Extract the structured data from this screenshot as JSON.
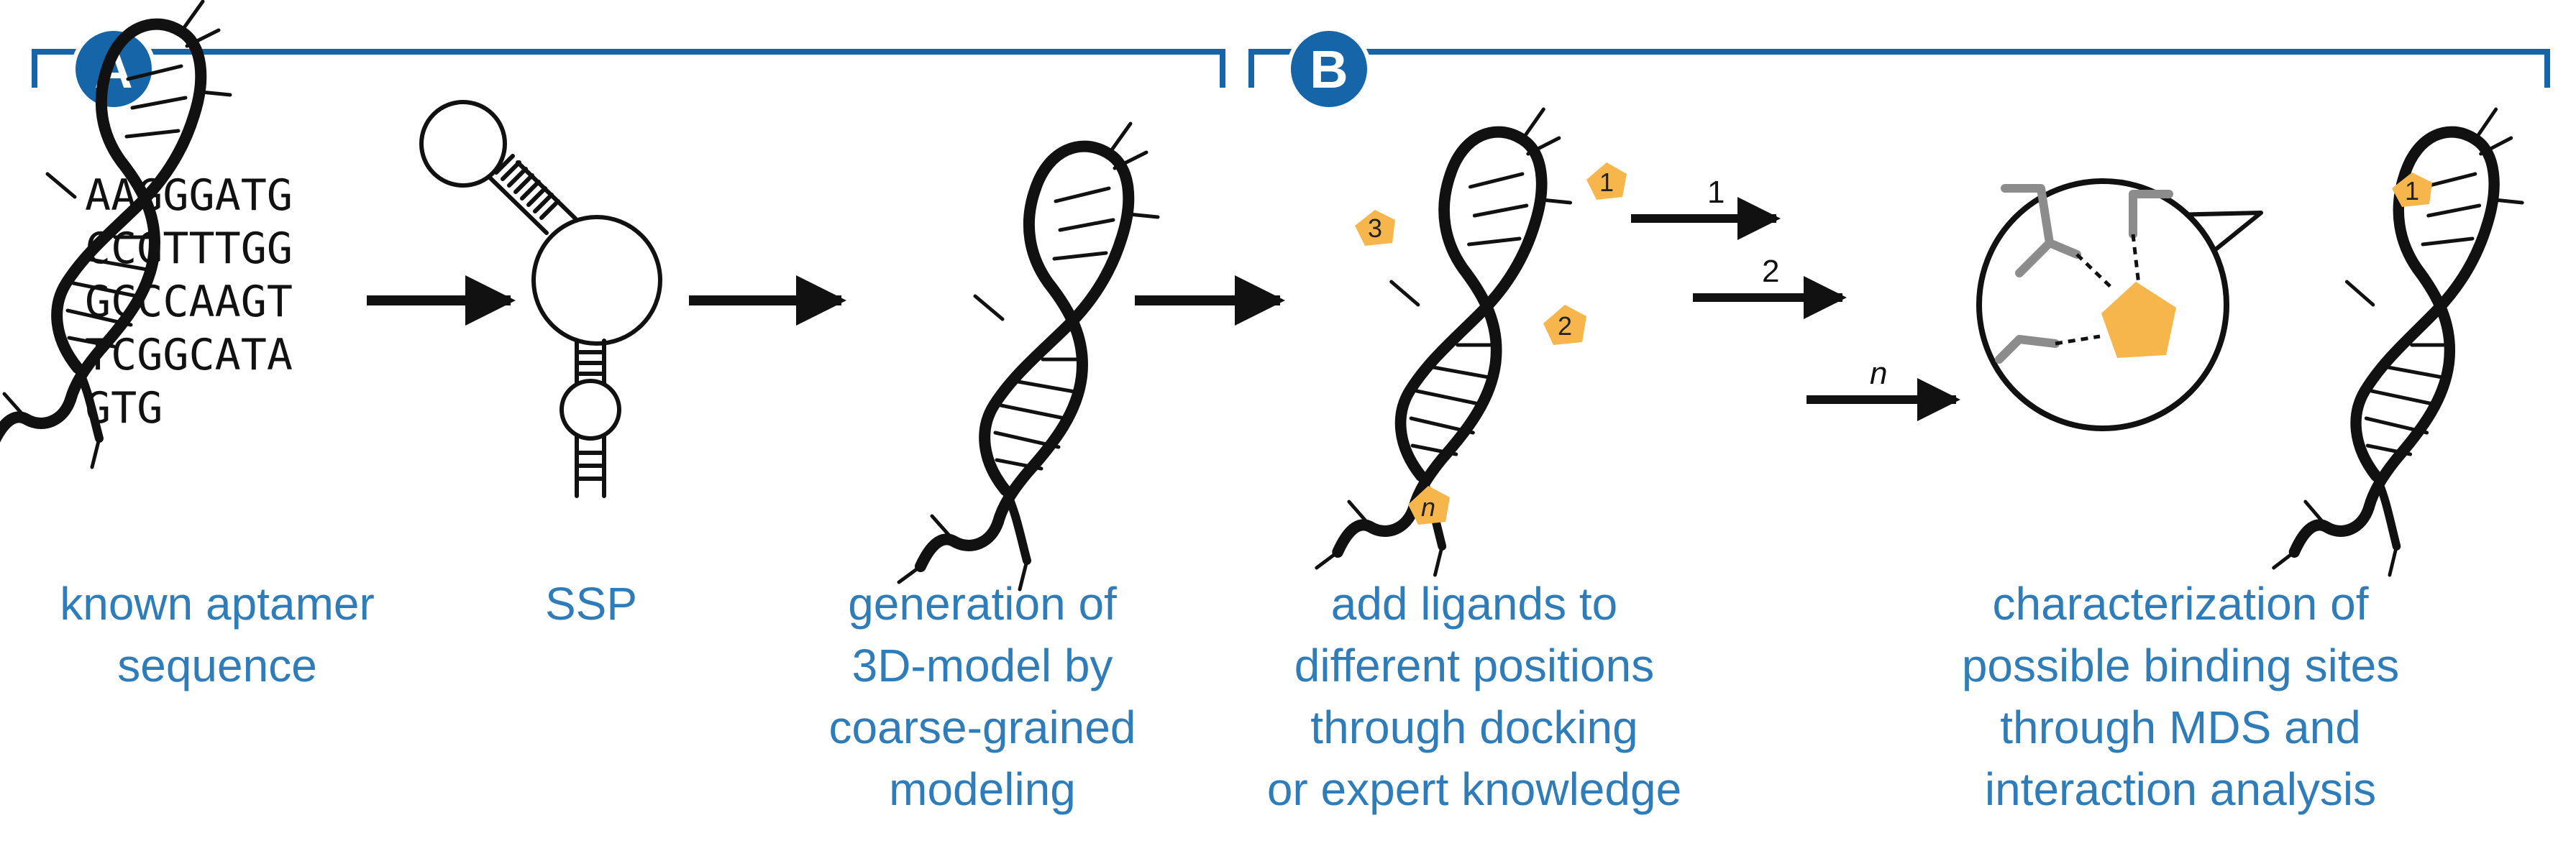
{
  "panels": {
    "a": {
      "badge": "A"
    },
    "b": {
      "badge": "B"
    }
  },
  "sequence": {
    "lines": [
      "AAGGGATG",
      "CCGTTTGG",
      "GCCCAAGT",
      "TCGGCATA",
      "GTG"
    ]
  },
  "captions": {
    "known": [
      "known aptamer",
      "sequence"
    ],
    "ssp": [
      "SSP"
    ],
    "generation": [
      "generation of",
      "3D-model by",
      "coarse-grained",
      "modeling"
    ],
    "ligands": [
      "add ligands to",
      "different positions",
      "through docking",
      "or expert knowledge"
    ],
    "characterization": [
      "characterization of",
      "possible binding sites",
      "through MDS and",
      "interaction analysis"
    ]
  },
  "ligand_labels": {
    "l1": "1",
    "l2": "2",
    "l3": "3",
    "ln": "n",
    "result": "1"
  },
  "arrow_labels": {
    "a1": "1",
    "a2": "2",
    "an": "n"
  },
  "colors": {
    "accent": "#1565A8",
    "caption": "#2E7DBA",
    "ligand": "#F7B64C",
    "ink": "#111111",
    "residue": "#8C8C8C"
  }
}
